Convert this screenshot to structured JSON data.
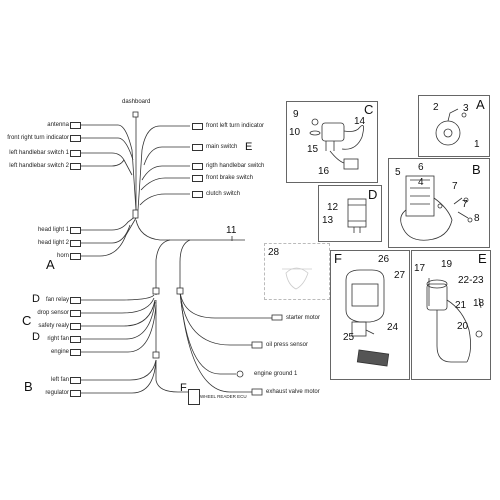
{
  "left_connectors": {
    "dashboard": "dashboard",
    "antenna": "antenna",
    "front_right_turn": "front right turn indicator",
    "lh_switch_1": "left handlebar switch 1",
    "lh_switch_2": "left handlebar switch 2",
    "head_light_1": "head light 1",
    "head_light_2": "head light 2",
    "horn": "horn",
    "fan_relay": "fan relay",
    "drop_sensor": "drop sensor",
    "safety_relay": "safety realy",
    "right_fan": "right fan",
    "engine": "engine",
    "left_fan": "left fan",
    "regulator": "regulator"
  },
  "right_connectors": {
    "front_left_turn": "front left turn indicator",
    "main_switch": "main switch",
    "rh_switch": "rigth handlebar switch",
    "front_brake": "front brake switch",
    "clutch": "clutch switch",
    "starter_motor": "starter motor",
    "oil_press": "oil press sensor",
    "engine_ground": "engine ground 1",
    "exhaust_valve": "exhaust valve motor",
    "wheel_reader": "WHEEL READER ECU"
  },
  "group_letters": {
    "A1": "A",
    "B1": "B",
    "C1": "C",
    "D1": "D",
    "D2": "D",
    "E1": "E",
    "F1": "F",
    "panel_C": "C",
    "panel_A": "A",
    "panel_B": "B",
    "panel_D": "D",
    "panel_F": "F",
    "panel_E": "E"
  },
  "part_numbers": {
    "harness": "11",
    "p9": "9",
    "p10": "10",
    "p14": "14",
    "p15": "15",
    "p16": "16",
    "p2": "2",
    "p3": "3",
    "p1": "1",
    "p5": "5",
    "p6": "6",
    "p4": "4",
    "p7a": "7",
    "p7b": "7",
    "p8": "8",
    "p12": "12",
    "p13": "13",
    "p28": "28",
    "p26": "26",
    "p27": "27",
    "p24": "24",
    "p25": "25",
    "p17": "17",
    "p19": "19",
    "p22_23": "22-23",
    "p21": "21",
    "p20": "20",
    "p18": "18"
  },
  "colors": {
    "line": "#333333",
    "panel_border": "#666666"
  }
}
